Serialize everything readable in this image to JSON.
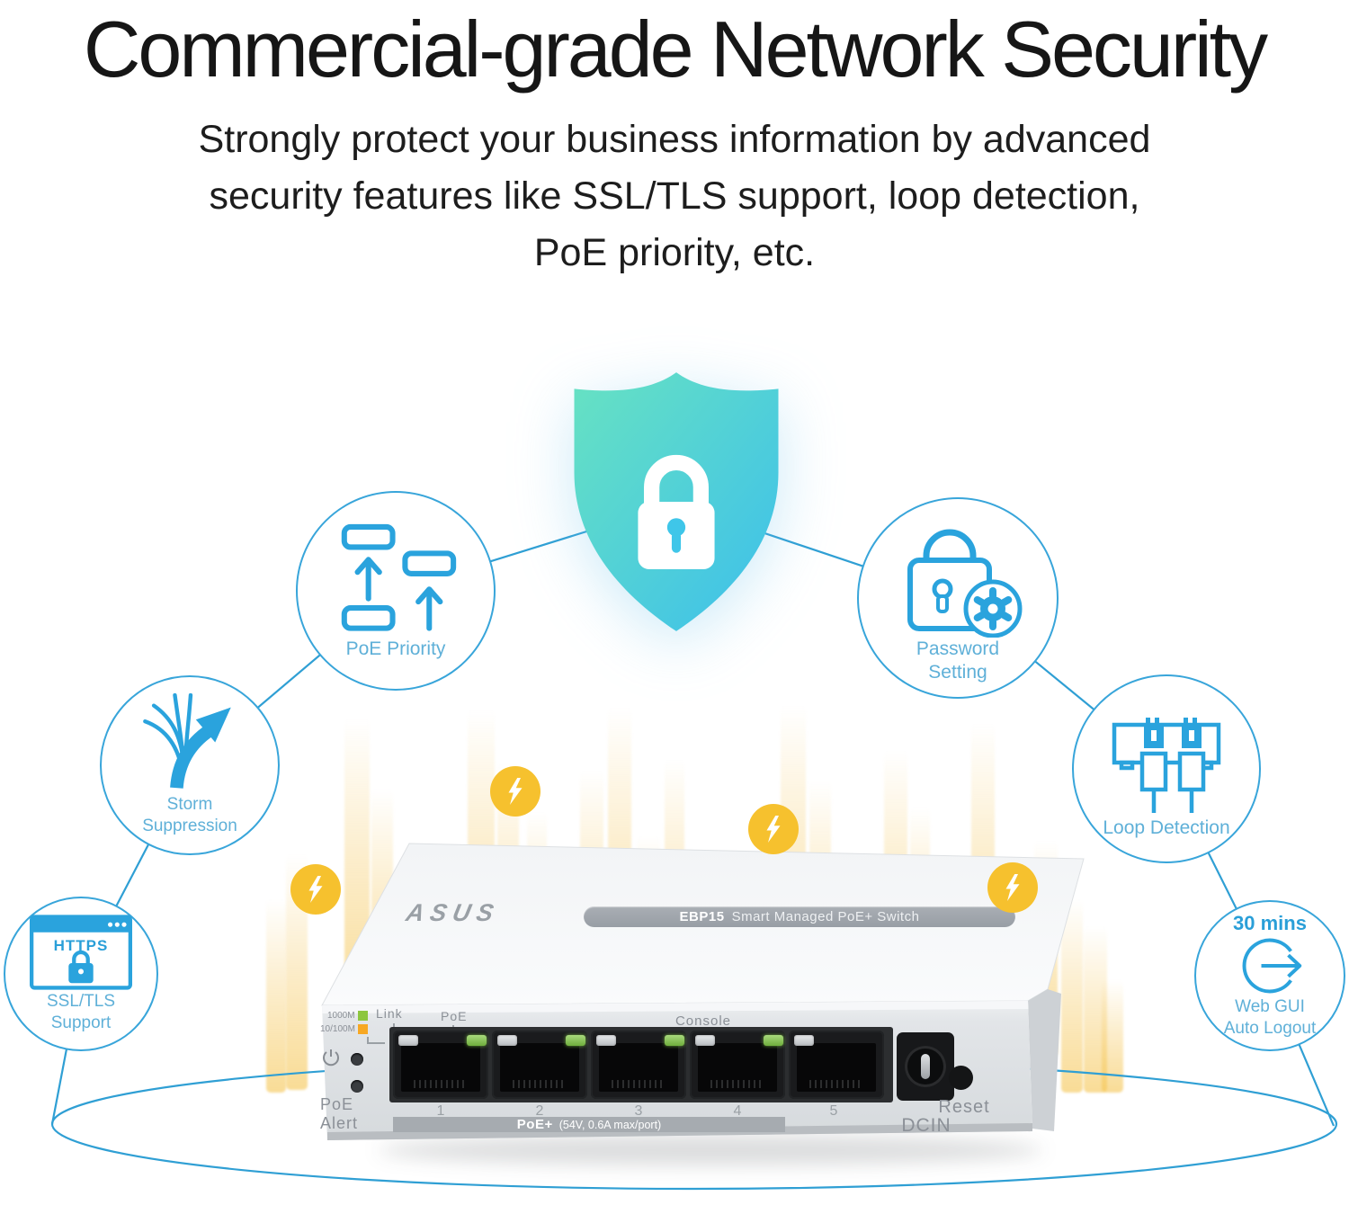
{
  "title": "Commercial-grade Network Security",
  "subtitle_lines": [
    "Strongly protect your business information by advanced",
    "security features like SSL/TLS support, loop detection,",
    "PoE priority, etc."
  ],
  "features": {
    "poe_priority": {
      "label": "PoE Priority"
    },
    "password_setting": {
      "lines": [
        "Password",
        "Setting"
      ]
    },
    "storm_suppression": {
      "lines": [
        "Storm",
        "Suppression"
      ]
    },
    "loop_detection": {
      "label": "Loop Detection"
    },
    "ssl_tls_support": {
      "window_badge": "HTTPS",
      "lines": [
        "SSL/TLS",
        "Support"
      ]
    },
    "web_gui_auto_logout": {
      "duration": "30 mins",
      "lines": [
        "Web GUI",
        "Auto Logout"
      ]
    }
  },
  "device": {
    "brand": "ASUS",
    "badge": {
      "model": "EBP15",
      "name": "Smart Managed PoE+ Switch"
    },
    "panel": {
      "led_legend": [
        {
          "label": "1000M",
          "color": "#8dc63f"
        },
        {
          "label": "10/100M",
          "color": "#f7a823"
        }
      ],
      "link_label": "Link",
      "poe_label": "PoE",
      "console_label": "Console",
      "poe_alert_lines": [
        "PoE",
        "Alert"
      ],
      "ports": [
        {
          "number": "1",
          "poe_led_on": true
        },
        {
          "number": "2",
          "poe_led_on": true
        },
        {
          "number": "3",
          "poe_led_on": true
        },
        {
          "number": "4",
          "poe_led_on": true
        },
        {
          "number": "5",
          "poe_led_on": false
        }
      ],
      "poe_strip": {
        "title": "PoE+",
        "spec": "(54V, 0.6A max/port)"
      },
      "dcin_label": "DCIN",
      "reset_label": "Reset"
    }
  },
  "colors": {
    "accent_blue": "#2f9fd4",
    "icon_blue": "#2aa3dd",
    "label_blue": "#5fb0d8",
    "shield_gradient_from": "#67e2c2",
    "shield_gradient_to": "#3cbfec",
    "bolt_yellow": "#f6c12e",
    "bar_yellow": "#f5c655",
    "led_green": "#8dc63f",
    "led_amber": "#f7a823",
    "port_poe_led": "#7ec14a",
    "title_color": "#161616"
  }
}
